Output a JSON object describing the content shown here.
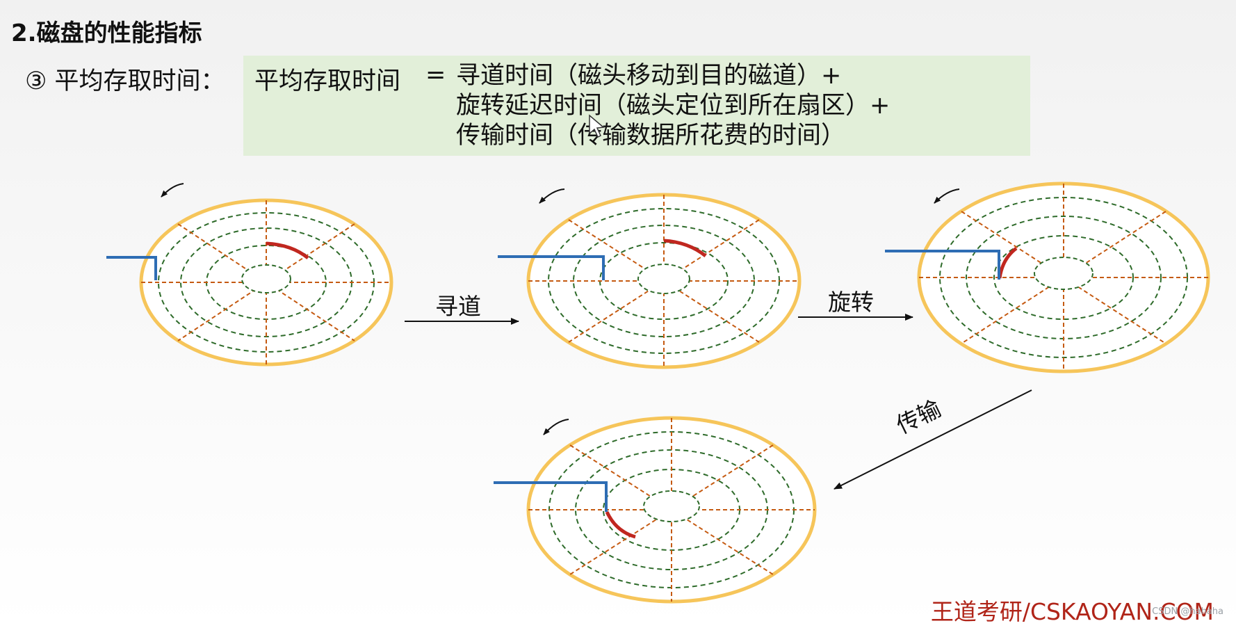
{
  "heading": "2.磁盘的性能指标",
  "subheading": "③ 平均存取时间：",
  "formula": {
    "left": "平均存取时间",
    "equals": "=",
    "terms": [
      "寻道时间（磁头移动到目的磁道）+",
      "旋转延迟时间（磁头定位到所在扇区）+",
      "传输时间（传输数据所花费的时间）"
    ]
  },
  "stages": {
    "seek": "寻道",
    "rotate": "旋转",
    "transfer": "传输"
  },
  "watermark": "王道考研/CSKAOYAN.COM",
  "credit": "CSDN @hahaha",
  "colors": {
    "formula_bg": "#e2efd9",
    "disk_rim": "#f6c55a",
    "track": "#2e6b2a",
    "sector_line": "#c55a11",
    "arm": "#2e6db4",
    "data_arc": "#c0271f"
  }
}
